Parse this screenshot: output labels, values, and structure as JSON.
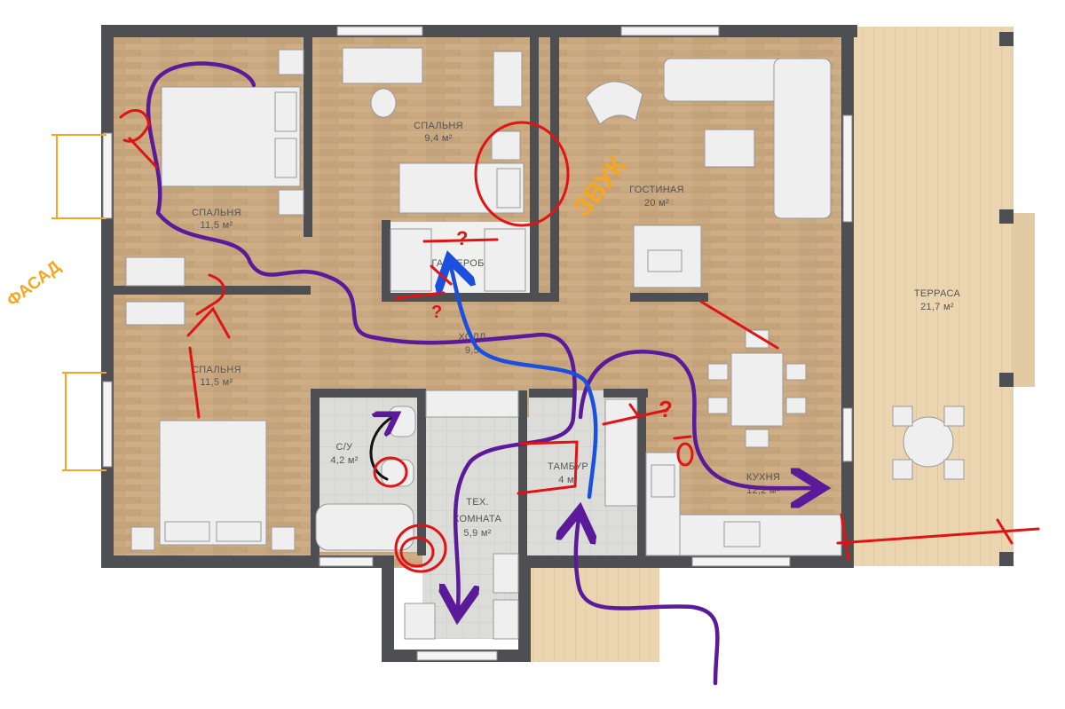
{
  "rooms": {
    "bedroom_nw": {
      "name": "СПАЛЬНЯ",
      "area": "11,5 м²"
    },
    "bedroom_n": {
      "name": "СПАЛЬНЯ",
      "area": "9,4 м²"
    },
    "bedroom_sw": {
      "name": "СПАЛЬНЯ",
      "area": "11,5 м²"
    },
    "living": {
      "name": "ГОСТИНАЯ",
      "area": "20 м²"
    },
    "wardrobe": {
      "name": "ГАРДЕРОБ",
      "area": ""
    },
    "hall": {
      "name": "ХОЛЛ",
      "area": "9,5"
    },
    "bathroom": {
      "name": "С/У",
      "area": "4,2 м²"
    },
    "tech": {
      "name": "ТЕХ.",
      "name2": "КОМНАТА",
      "area": "5,9 м²"
    },
    "vestibule": {
      "name": "ТАМБУР",
      "area": "4 м²"
    },
    "kitchen": {
      "name": "КУХНЯ",
      "area": "12,2 м²"
    },
    "terrace": {
      "name": "ТЕРРАСА",
      "area": "21,7 м²"
    }
  },
  "annotations": {
    "facade": "ФАСАД",
    "sound": "ЗВУК",
    "question": "?"
  },
  "colors": {
    "wall": "#4d4f52",
    "floor": "#c8a87e",
    "tile": "#d9d9d6",
    "terrace": "#e8d2ad",
    "path_purple": "#5b1a9a",
    "path_blue": "#1a4fe0",
    "marks_red": "#e01414",
    "marks_orange": "#f5a623"
  }
}
